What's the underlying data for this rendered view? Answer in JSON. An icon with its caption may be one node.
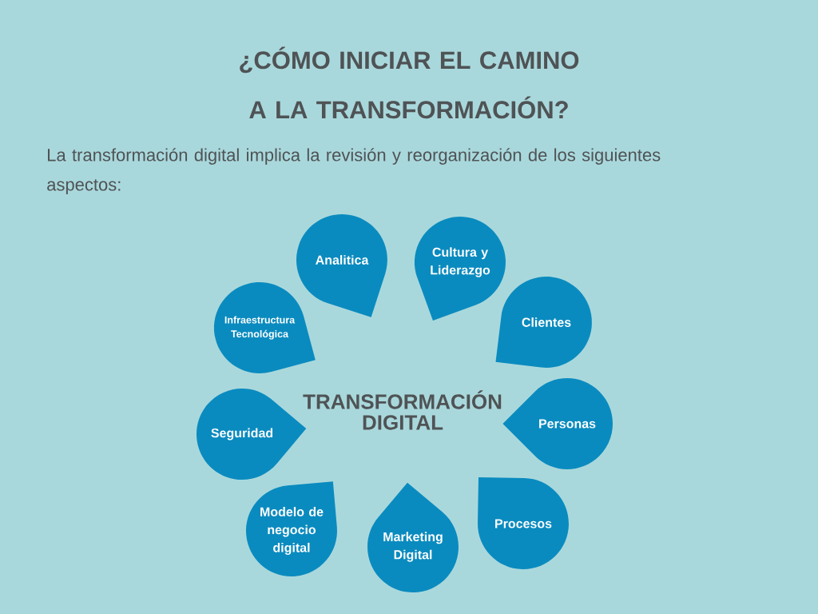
{
  "diagram": {
    "title": "¿CÓMO INICIAR EL CAMINO A LA TRANSFORMACIÓN?",
    "nodes": [
      {
        "text": [
          "TRANSFORMACIÓN DIGITAL"
        ]
      },
      {
        "text": [
          "Analitica"
        ]
      },
      {
        "text": [
          "Cultura y Liderazgo"
        ]
      },
      {
        "text": [
          "Infraestructura Tecnológica"
        ]
      },
      {
        "text": [
          "Clientes"
        ]
      },
      {
        "text": [
          "Seguridad"
        ]
      },
      {
        "text": [
          "Personas"
        ]
      },
      {
        "text": [
          "Modelo de negocio digital"
        ]
      },
      {
        "text": [
          "Marketing Digital"
        ]
      },
      {
        "text": [
          "Procesos"
        ]
      }
    ],
    "labels": [
      "La transformación digital implica la revisión y reorganización de los siguientes aspectos:"
    ]
  }
}
